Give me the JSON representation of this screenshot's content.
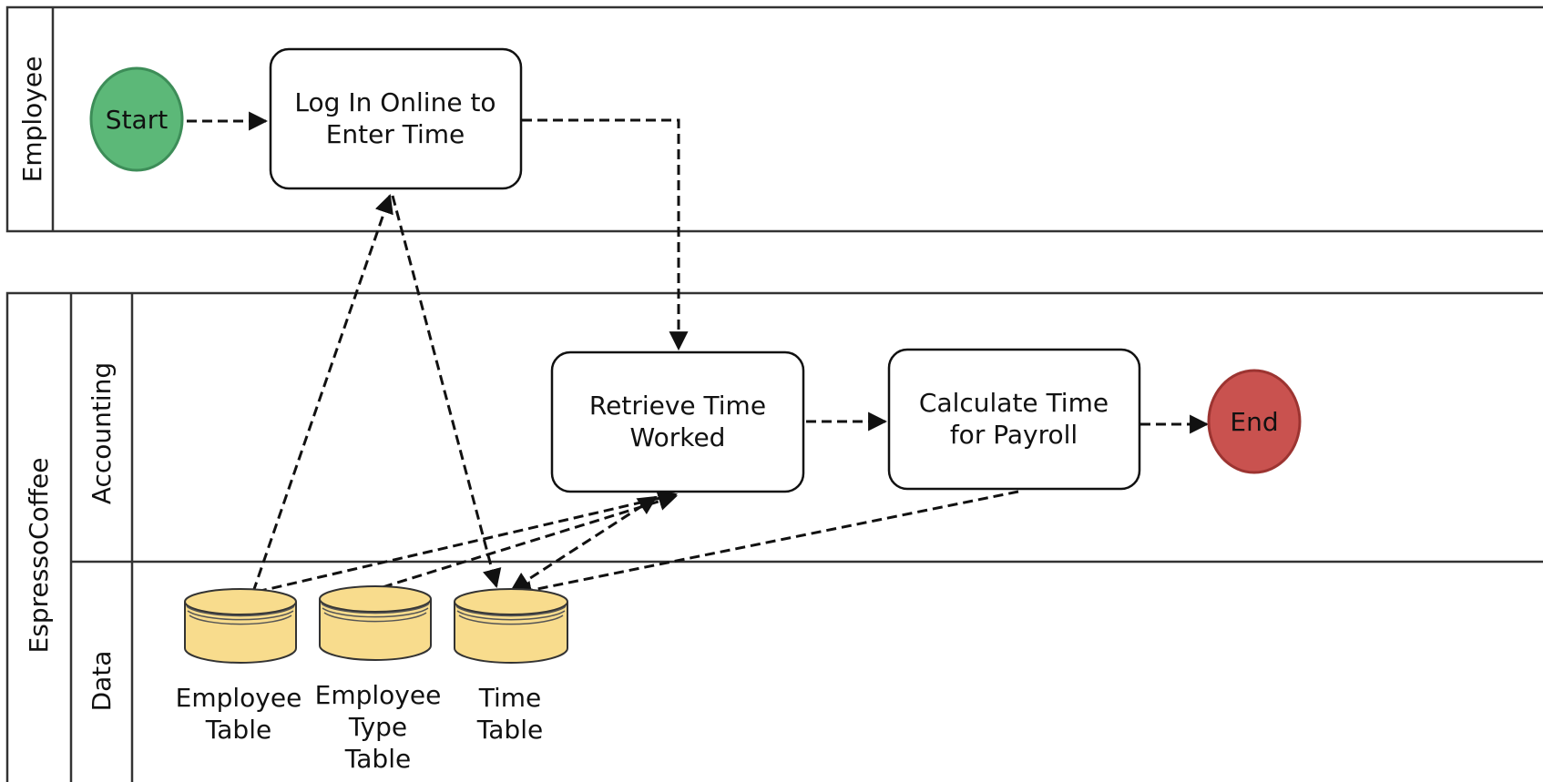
{
  "pools": {
    "employee": {
      "label": "Employee"
    },
    "company": {
      "label": "EspressoCoffee",
      "lanes": {
        "accounting": "Accounting",
        "data": "Data"
      }
    }
  },
  "events": {
    "start": {
      "label": "Start",
      "color": "#5cb878",
      "stroke": "#3d8d58"
    },
    "end": {
      "label": "End",
      "color": "#c9524f",
      "stroke": "#9c3431"
    }
  },
  "tasks": {
    "log_in": {
      "lines": [
        "Log In Online to",
        "Enter Time"
      ]
    },
    "retrieve": {
      "lines": [
        "Retrieve Time",
        "Worked"
      ]
    },
    "calculate": {
      "lines": [
        "Calculate Time",
        "for Payroll"
      ]
    }
  },
  "stores": {
    "color": "#f8dc8d",
    "employee_table": {
      "lines": [
        "Employee",
        "Table"
      ]
    },
    "employee_type_table": {
      "lines": [
        "Employee",
        "Type",
        "Table"
      ]
    },
    "time_table": {
      "lines": [
        "Time",
        "Table"
      ]
    }
  }
}
